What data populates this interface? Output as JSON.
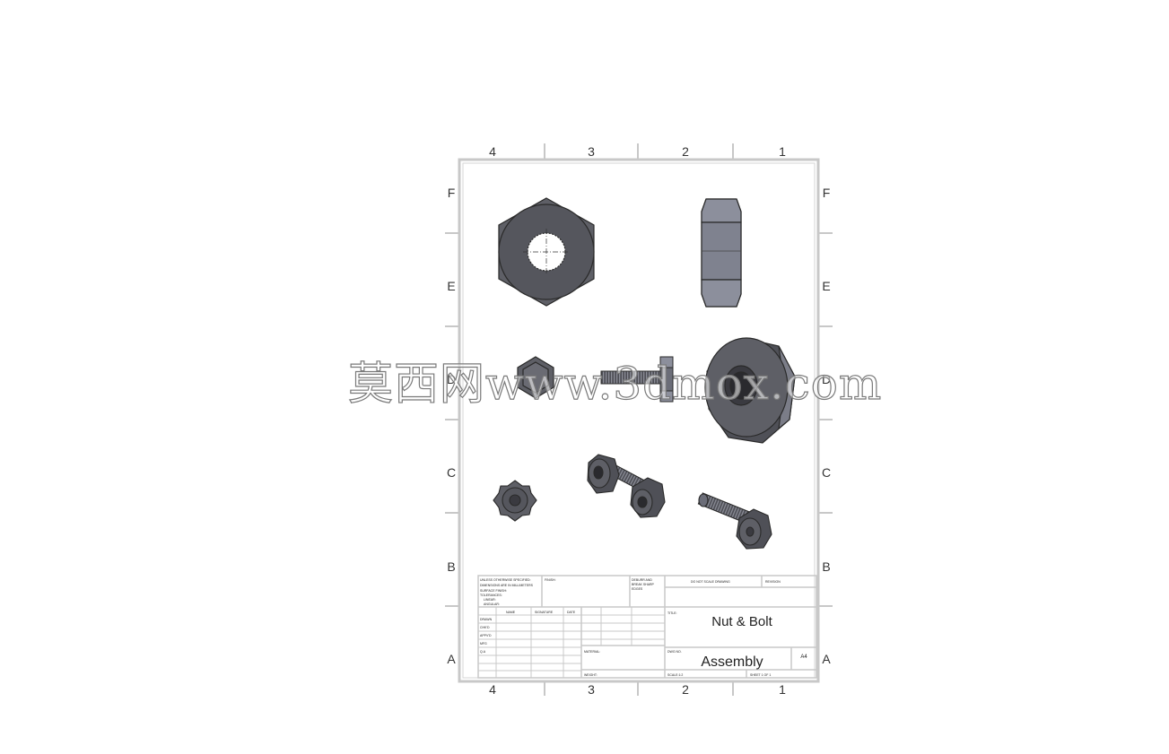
{
  "drawing": {
    "zone_columns": [
      "4",
      "3",
      "2",
      "1"
    ],
    "zone_rows": [
      "F",
      "E",
      "D",
      "C",
      "B",
      "A"
    ],
    "title_block": {
      "unless_lines": [
        "UNLESS OTHERWISE SPECIFIED:",
        "DIMENSIONS ARE IN MILLIMETERS",
        "SURFACE FINISH:",
        "TOLERANCES:",
        "LINEAR:",
        "ANGULAR:"
      ],
      "finish_label": "FINISH:",
      "deburr_lines": [
        "DEBURR AND",
        "BREAK SHARP",
        "EDGES"
      ],
      "do_not_scale": "DO NOT SCALE DRAWING",
      "revision_label": "REVISION",
      "name_label": "NAME",
      "signature_label": "SIGNATURE",
      "date_label": "DATE",
      "row_labels": [
        "DRAWN",
        "CHK'D",
        "APPV'D",
        "MFG",
        "Q.A"
      ],
      "material_label": "MATERIAL:",
      "weight_label": "WEIGHT:",
      "title_label": "TITLE:",
      "title": "Nut & Bolt",
      "dwg_no_label": "DWG NO.",
      "dwg_no": "Assembly",
      "size": "A4",
      "scale_label": "SCALE:1:2",
      "sheet_label": "SHEET 1 OF 1"
    },
    "watermark": "莫西网www.3dmox.com",
    "colors": {
      "frame": "#c8c8c8",
      "part_fill": "#5e5f66",
      "part_light": "#8c8f9c",
      "ink": "#222222"
    }
  }
}
